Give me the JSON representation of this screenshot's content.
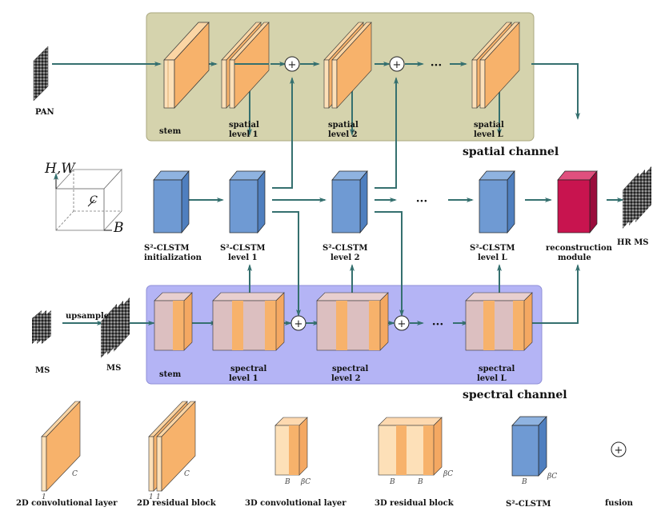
{
  "labels": {
    "pan": "PAN",
    "stem_spatial": "stem",
    "spatial_level_1": [
      "spatial",
      "level 1"
    ],
    "spatial_level_2": [
      "spatial",
      "level 2"
    ],
    "spatial_level_l": [
      "spatial",
      "level L"
    ],
    "spatial_channel": "spatial channel",
    "axis_hw": "H,W",
    "axis_c": "C",
    "axis_b": "B",
    "clstm_init": [
      "S²-CLSTM",
      "initialization"
    ],
    "clstm_level_1": [
      "S²-CLSTM",
      "level 1"
    ],
    "clstm_level_2": [
      "S²-CLSTM",
      "level 2"
    ],
    "clstm_level_l": [
      "S²-CLSTM",
      "level L"
    ],
    "reconstruction": [
      "reconstruction",
      "module"
    ],
    "hr_ms": "HR MS",
    "ms_in": "MS",
    "upsample": "upsample",
    "ms_up": "MS",
    "stem_spectral": "stem",
    "spectral_level_1": [
      "spectral",
      "level 1"
    ],
    "spectral_level_2": [
      "spectral",
      "level 2"
    ],
    "spectral_level_l": [
      "spectral",
      "level L"
    ],
    "spectral_channel": "spectral channel",
    "dots": "···",
    "plus": "+"
  },
  "legend": {
    "conv2d": "2D convolutional layer",
    "res2d": "2D residual block",
    "conv3d": "3D convolutional layer",
    "res3d": "3D residual block",
    "clstm": "S²-CLSTM",
    "fusion": "fusion",
    "dim_c": "C",
    "dim_1": "1",
    "dim_b": "B",
    "dim_bc": "βC"
  },
  "colors": {
    "spatial_bg": "#d5d3ad",
    "spectral_bg": "#b4b4f5",
    "orange": "#f7b26b",
    "light_orange": "#fde0b8",
    "pink": "#dcbfc0",
    "blue": "#6f9ad3",
    "crimson": "#c8144f",
    "arrow": "#35706f"
  }
}
